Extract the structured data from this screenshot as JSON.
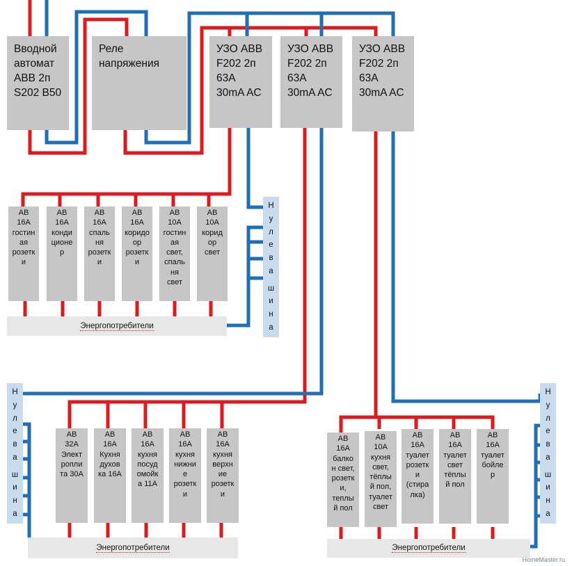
{
  "main_devices": [
    {
      "label": "Вводной\nавтомат\nABB 2п\nS202 B50"
    },
    {
      "label": "Реле\nнапряжения"
    },
    {
      "label": "УЗО ABB\nF202 2п\n63А\n30mA AC"
    },
    {
      "label": "УЗО ABB\nF202 2п\n63А\n30mA AC"
    },
    {
      "label": "УЗО ABB\nF202 2п\n63А\n30mA AC"
    }
  ],
  "group1": {
    "breakers": [
      {
        "label": "АВ\n16А\nгостин\nая\nрозетк\nи"
      },
      {
        "label": "АВ\n16А\nконди\nционе\nр"
      },
      {
        "label": "АВ\n16А\nспаль\nня\nрозетк\nи"
      },
      {
        "label": "АВ\n16А\nкоридо\nор\nрозетк\nи"
      },
      {
        "label": "АВ\n10А\nгостин\nая\nсвет,\nспаль\nня\nсвет"
      },
      {
        "label": "АВ\n10А\nкорид\nор\nсвет"
      }
    ],
    "bar_label": "Энергопотребители",
    "neutral_label": [
      "Н",
      "у",
      "л",
      "е",
      "в",
      "а",
      "",
      "ш",
      "и",
      "н",
      "а"
    ]
  },
  "group2": {
    "breakers": [
      {
        "label": "АВ\n32А\nЭлект\nропли\nта 30А"
      },
      {
        "label": "АВ\n16А\nКухня\nдухов\nка 16А"
      },
      {
        "label": "АВ\n16А\nкухня\nпосуд\nомойк\nа 11А"
      },
      {
        "label": "АВ\n16А\nкухня\nнижни\nе\nрозетк\nи"
      },
      {
        "label": "АВ\n16А\nкухня\nверхн\nие\nрозетк\nи"
      }
    ],
    "bar_label": "Энергопотребители",
    "neutral_label": [
      "Н",
      "у",
      "л",
      "е",
      "в",
      "а",
      "",
      "ш",
      "и",
      "н",
      "а"
    ]
  },
  "group3": {
    "breakers": [
      {
        "label": "АВ\n16А\nбалко\nн свет,\nрозетк\nи,\nтеплы\nй пол"
      },
      {
        "label": "АВ\n10А\nкухня\nсвет,\nтёплы\nй пол,\nтуалет\nсвет"
      },
      {
        "label": "АВ\n16А\nтуалет\nрозетк\nи\n(стира\nлка)"
      },
      {
        "label": "АВ\n16А\nтуалет\nсвет\nтёплы\nй пол"
      },
      {
        "label": "АВ\n16А\nтуалет\nбойле\nр"
      }
    ],
    "bar_label": "Энергопотребители",
    "neutral_label": [
      "Н",
      "у",
      "л",
      "е",
      "в",
      "а",
      "",
      "ш",
      "и",
      "н",
      "а"
    ]
  },
  "watermark": "HomeMaster.ru",
  "colors": {
    "phase": "#e0191e",
    "neutral": "#1f6fb8",
    "device": "#c6c6c6"
  }
}
